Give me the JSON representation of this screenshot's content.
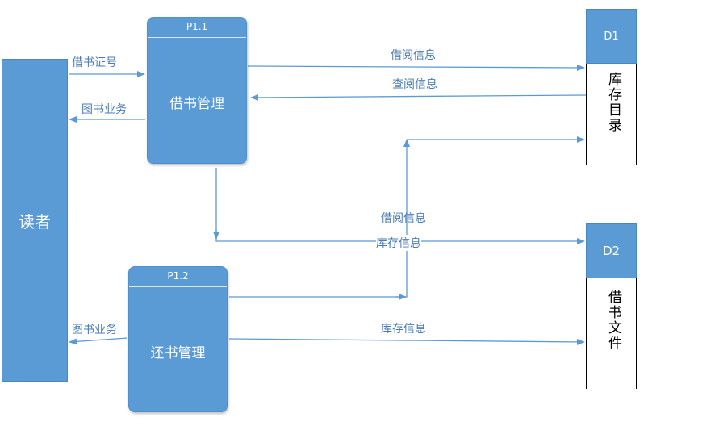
{
  "entity": {
    "label": "读者"
  },
  "processes": [
    {
      "id": "P1.1",
      "name": "借书管理"
    },
    {
      "id": "P1.2",
      "name": "还书管理"
    }
  ],
  "stores": [
    {
      "id": "D1",
      "name": "库存目录"
    },
    {
      "id": "D2",
      "name": "借书文件"
    }
  ],
  "flows": {
    "card_no": "借书证号",
    "book_service_1": "图书业务",
    "borrow_info_1": "借阅信息",
    "query_info": "查阅信息",
    "borrow_info_2": "借阅信息",
    "stock_info_1": "库存信息",
    "book_service_2": "图书业务",
    "stock_info_2": "库存信息"
  },
  "colors": {
    "node_fill": "#5b9bd5",
    "line": "#5b9bd5",
    "label": "#4a7bb3"
  }
}
